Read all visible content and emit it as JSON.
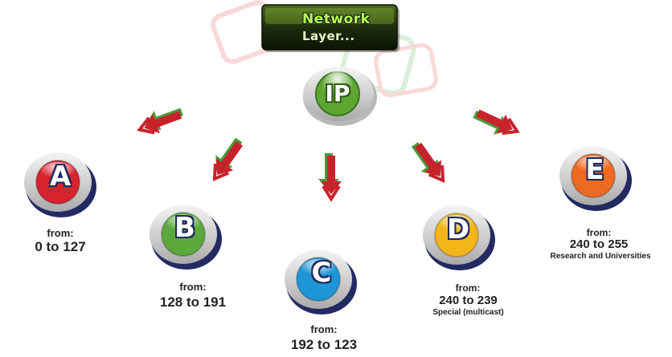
{
  "title": {
    "line1": "Network",
    "line2": "Layer..."
  },
  "center_node": {
    "label": "IP",
    "color": "#5fa531"
  },
  "classes": [
    {
      "letter": "A",
      "from": "from:",
      "range": "0 to 127",
      "note": "",
      "color": "#d8232f"
    },
    {
      "letter": "B",
      "from": "from:",
      "range": "128 to 191",
      "note": "",
      "color": "#5ba93d"
    },
    {
      "letter": "C",
      "from": "from:",
      "range": "192 to 123",
      "note": "",
      "color": "#1e95d6"
    },
    {
      "letter": "D",
      "from": "from:",
      "range": "240 to 239",
      "note": "Special (multicast)",
      "color": "#f2b51a"
    },
    {
      "letter": "E",
      "from": "from:",
      "range": "240 to 255",
      "note": "Research and Universities",
      "color": "#ee6a22"
    }
  ],
  "arrow_color": "#c8232c"
}
